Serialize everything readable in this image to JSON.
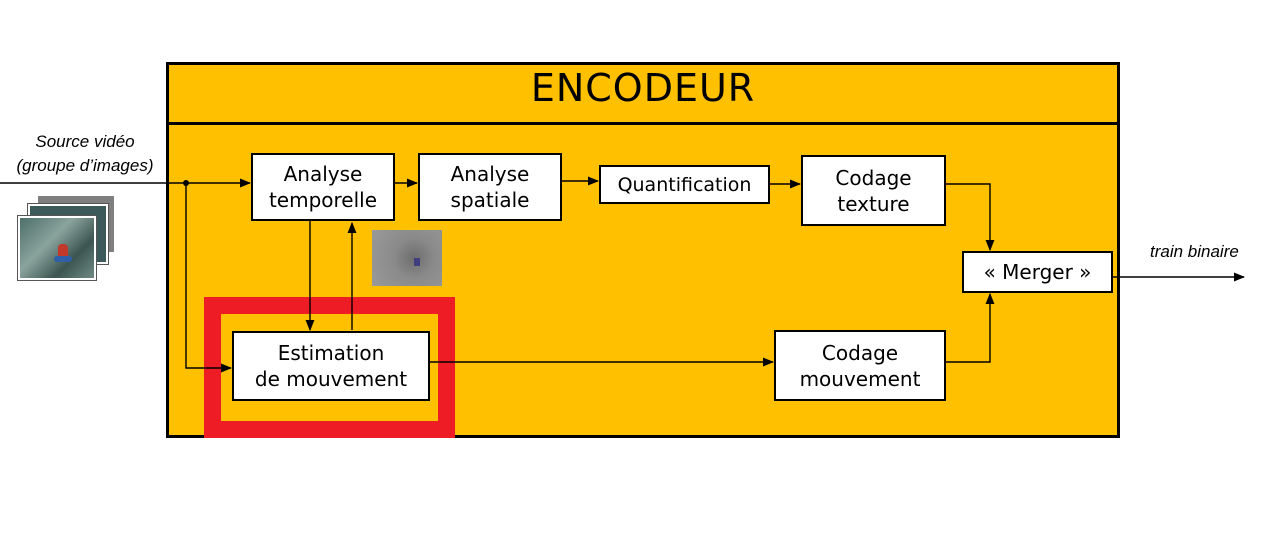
{
  "diagram": {
    "title": "ENCODEUR",
    "input_label": "Source vidéo\n(groupe d’images)",
    "output_label": "train binaire",
    "blocks": {
      "temporal_analysis": "Analyse\ntemporelle",
      "spatial_analysis": "Analyse\nspatiale",
      "quantification": "Quantification",
      "texture_coding": "Codage\ntexture",
      "merger": "« Merger »",
      "motion_estimation": "Estimation\nde mouvement",
      "motion_coding": "Codage\nmouvement"
    },
    "highlighted_block": "motion_estimation",
    "colors": {
      "encoder_background": "#ffc000",
      "highlight": "#ee1c25",
      "block_fill": "#ffffff",
      "lines": "#000000"
    }
  }
}
